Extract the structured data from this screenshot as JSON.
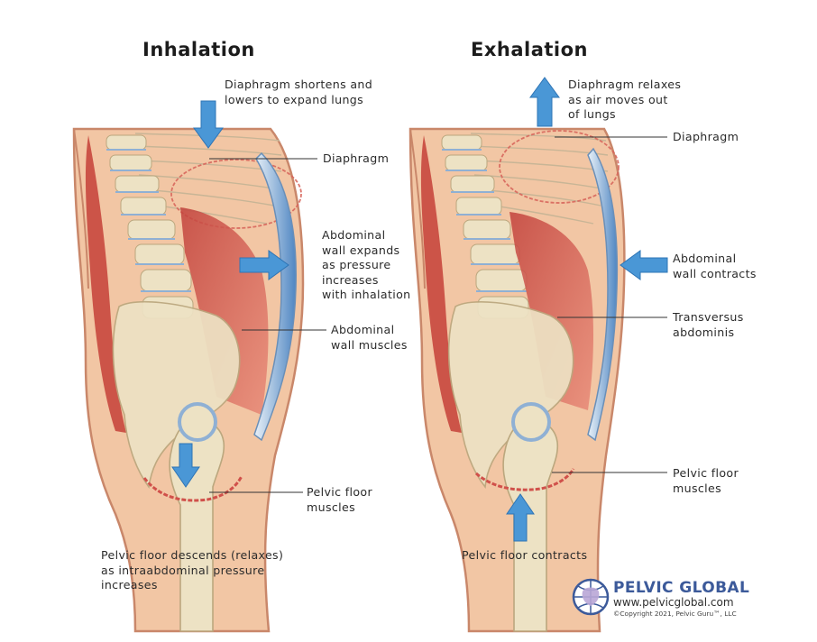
{
  "panels": {
    "inhalation": {
      "title": "Inhalation",
      "labels": {
        "diaphragm_action": "Diaphragm shortens and\nlowers to expand lungs",
        "diaphragm": "Diaphragm",
        "abdominal_wall_action": "Abdominal\nwall expands\nas pressure\nincreases\nwith inhalation",
        "abdominal_wall_muscles": "Abdominal\nwall muscles",
        "pelvic_floor_muscles": "Pelvic floor\nmuscles",
        "pelvic_floor_action": "Pelvic floor descends (relaxes)\nas intraabdominal pressure\nincreases"
      }
    },
    "exhalation": {
      "title": "Exhalation",
      "labels": {
        "diaphragm_action": "Diaphragm relaxes\nas air moves out\nof lungs",
        "diaphragm": "Diaphragm",
        "abdominal_wall_action": "Abdominal\nwall contracts",
        "transversus_abdominis": "Transversus\nabdominis",
        "pelvic_floor_muscles": "Pelvic floor\nmuscles",
        "pelvic_floor_action": "Pelvic floor contracts"
      }
    }
  },
  "logo": {
    "name": "PELVIC GLOBAL",
    "url": "www.pelvicglobal.com",
    "copyright": "©Copyright 2021, Pelvic Guru™, LLC"
  },
  "colors": {
    "arrow": "#4a97d6",
    "skin": "#f2c6a4",
    "skin_edge": "#c9876a",
    "muscle": "#d9574a",
    "bone": "#ede2c4",
    "abdominal_wall": "#8fb6dc",
    "logo_text": "#3c5a9a"
  },
  "icons": [
    "down-arrow-icon",
    "up-arrow-icon",
    "right-arrow-icon",
    "left-arrow-icon",
    "globe-pelvis-logo-icon"
  ]
}
